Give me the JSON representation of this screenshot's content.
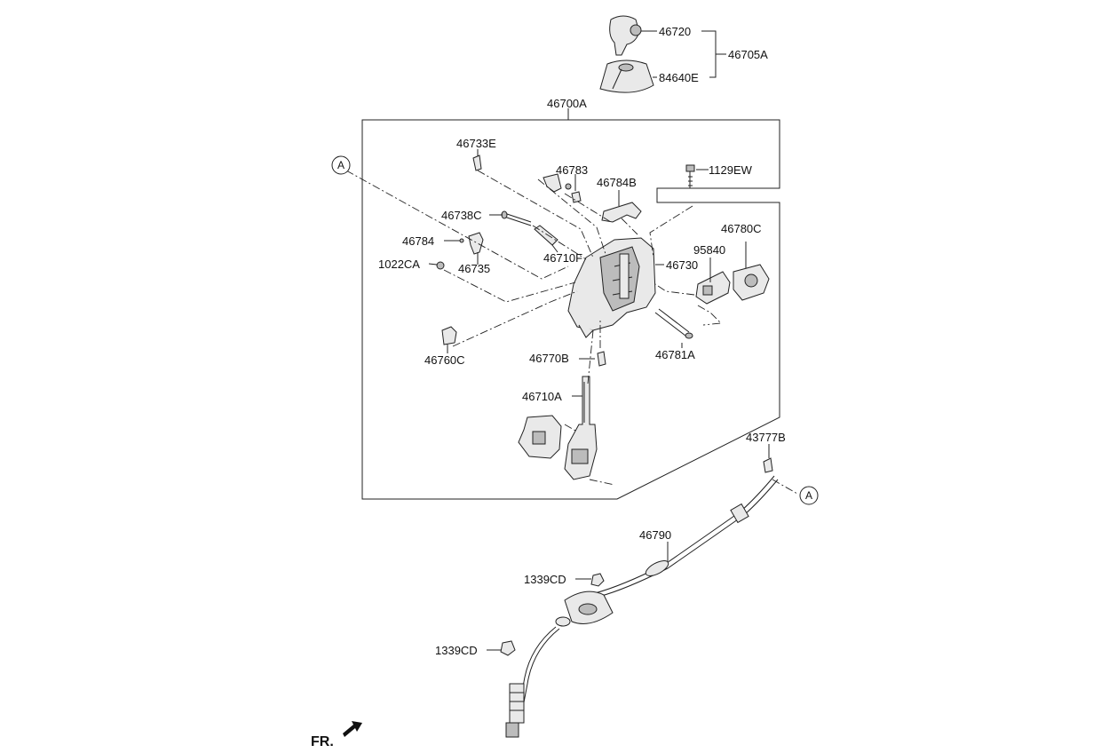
{
  "labels": {
    "p46720": "46720",
    "p46705A": "46705A",
    "p84640E": "84640E",
    "p46700A": "46700A",
    "p46733E": "46733E",
    "p46783": "46783",
    "p1129EW": "1129EW",
    "p46784B": "46784B",
    "p46738C": "46738C",
    "p46780C": "46780C",
    "p46784": "46784",
    "p95840": "95840",
    "p1022CA": "1022CA",
    "p46710F": "46710F",
    "p46735": "46735",
    "p46730": "46730",
    "p46781A": "46781A",
    "p46760C": "46760C",
    "p46770B": "46770B",
    "p46710A": "46710A",
    "p43777B": "43777B",
    "p46790": "46790",
    "p1339CD_a": "1339CD",
    "p1339CD_b": "1339CD"
  },
  "callouts": {
    "a1": "A",
    "a2": "A"
  },
  "fr_label": "FR."
}
